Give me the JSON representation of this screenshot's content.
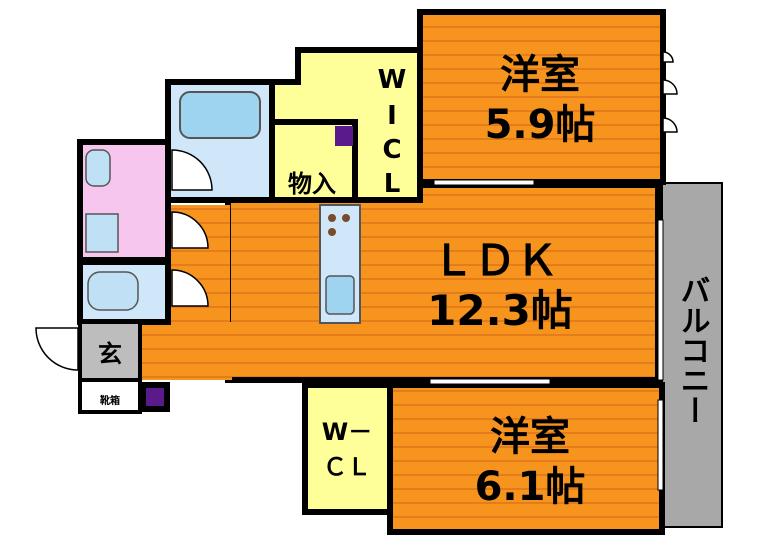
{
  "rooms": {
    "western_room_top": {
      "name": "洋室",
      "size": "5.9帖"
    },
    "ldk": {
      "name": "ＬＤＫ",
      "size": "12.3帖"
    },
    "western_room_bottom": {
      "name": "洋室",
      "size": "6.1帖"
    },
    "wic_top": {
      "chars": [
        "W",
        "I",
        "C",
        "L"
      ]
    },
    "wic_bottom": {
      "line1": "W－",
      "line2": "ＣＬ"
    },
    "storage": {
      "name": "物入"
    },
    "entrance": {
      "name": "玄"
    },
    "shoe_box": {
      "name": "靴箱"
    },
    "balcony": {
      "name": "バルコニー"
    }
  },
  "colors": {
    "room_orange": "#f7941d",
    "floor_line": "#d9701a",
    "closet_yellow": "#ffff99",
    "bath_blue": "#cfe7f8",
    "washroom_pink": "#f7c6ef",
    "balcony_gray": "#a8a8a8",
    "genkan_gray": "#bdbdbd",
    "ps_purple": "#5b1a8c",
    "wall": "#000000"
  }
}
